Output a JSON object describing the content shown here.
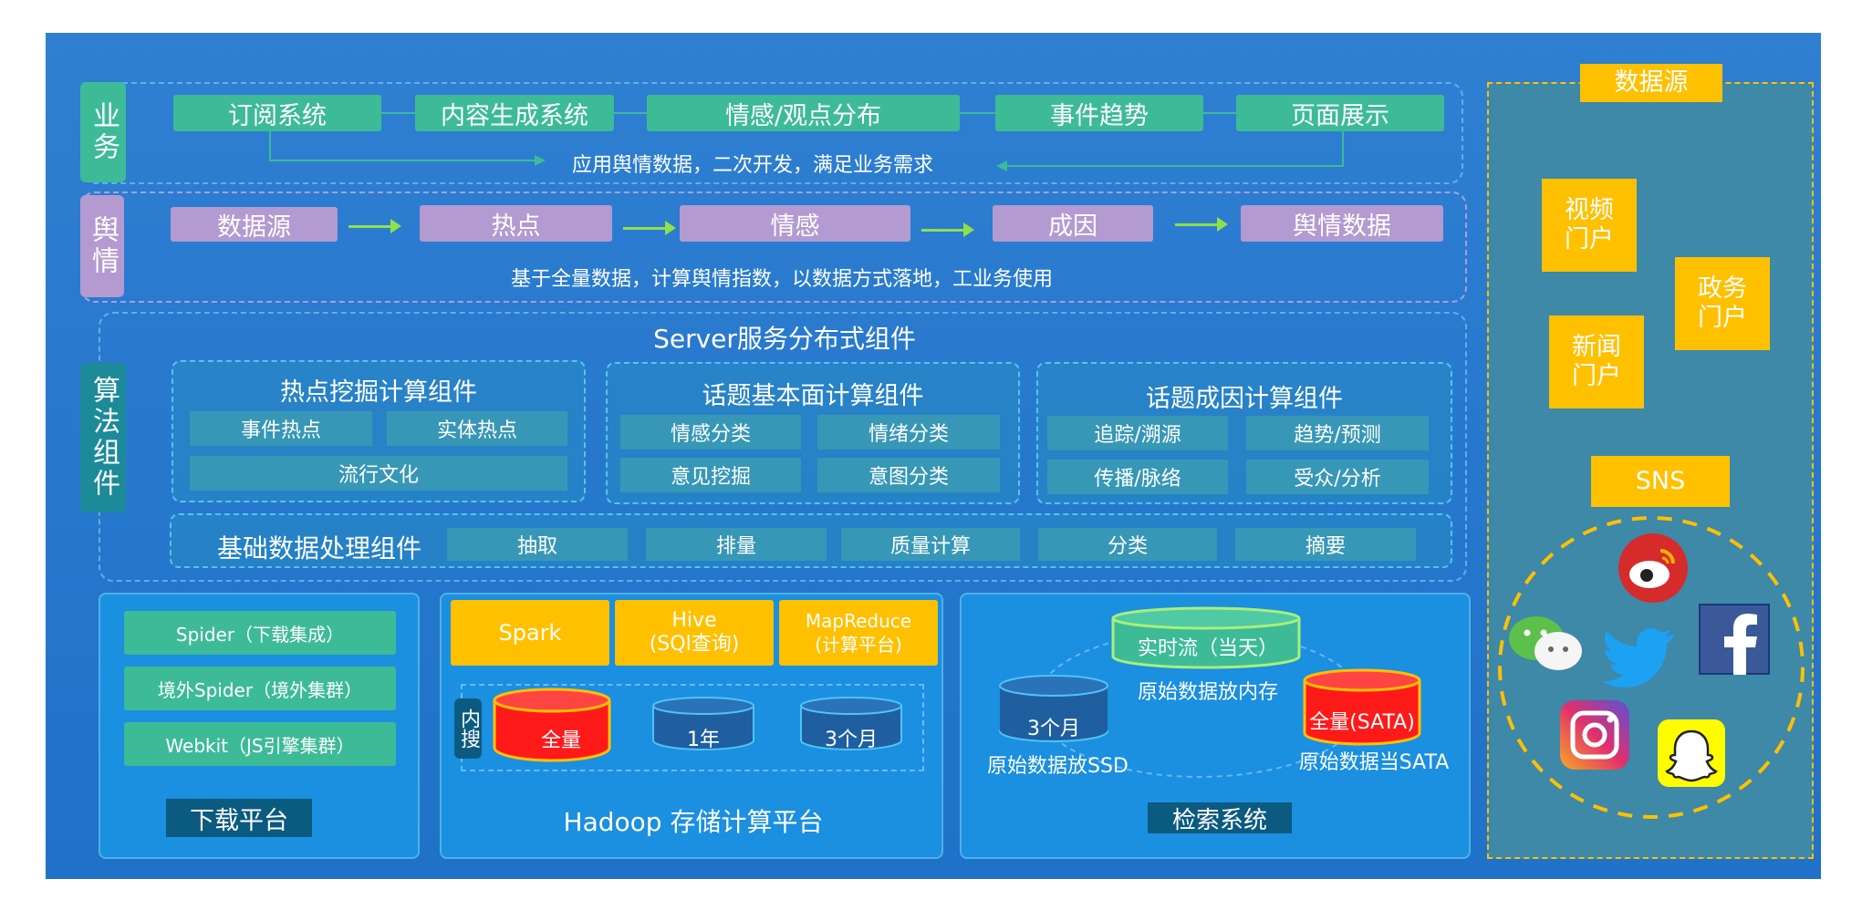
{
  "business": {
    "label": "业务",
    "items": [
      "订阅系统",
      "内容生成系统",
      "情感/观点分布",
      "事件趋势",
      "页面展示"
    ],
    "note": "应用舆情数据，二次开发，满足业务需求"
  },
  "opinion": {
    "label": "舆情",
    "items": [
      "数据源",
      "热点",
      "情感",
      "成因",
      "舆情数据"
    ],
    "note": "基于全量数据，计算舆情指数，以数据方式落地，工业务使用"
  },
  "algorithm": {
    "label": "算法组件",
    "title": "Server服务分布式组件",
    "hotspot": {
      "title": "热点挖掘计算组件",
      "cells": [
        "事件热点",
        "实体热点",
        "流行文化"
      ]
    },
    "topic_basic": {
      "title": "话题基本面计算组件",
      "cells": [
        "情感分类",
        "情绪分类",
        "意见挖掘",
        "意图分类"
      ]
    },
    "topic_cause": {
      "title": "话题成因计算组件",
      "cells": [
        "追踪/溯源",
        "趋势/预测",
        "传播/脉络",
        "受众/分析"
      ]
    },
    "base": {
      "title": "基础数据处理组件",
      "cells": [
        "抽取",
        "排量",
        "质量计算",
        "分类",
        "摘要"
      ]
    }
  },
  "download": {
    "items": [
      "Spider（下载集成）",
      "境外Spider（境外集群）",
      "Webkit（JS引擎集群）"
    ],
    "label": "下载平台"
  },
  "hadoop": {
    "engines": [
      "Spark",
      "Hive\n(SQl查询)",
      "MapReduce\n(计算平台)"
    ],
    "search_label": "内搜",
    "disks": [
      "全量",
      "1年",
      "3个月"
    ],
    "label": "Hadoop 存储计算平台"
  },
  "retrieval": {
    "realtime": "实时流（当天）",
    "realtime_note": "原始数据放内存",
    "ssd": "3个月",
    "ssd_note": "原始数据放SSD",
    "sata": "全量(SATA)",
    "sata_note": "原始数据当SATA",
    "label": "检索系统"
  },
  "datasource": {
    "title": "数据源",
    "portals": [
      "视频\n门户",
      "政务\n门户",
      "新闻\n门户"
    ],
    "sns": "SNS"
  },
  "colors": {
    "bg": "#1f72c8",
    "green": "#3dbb97",
    "purple": "#b39ad1",
    "yellow": "#ffc000",
    "red": "#ff1a1a"
  }
}
